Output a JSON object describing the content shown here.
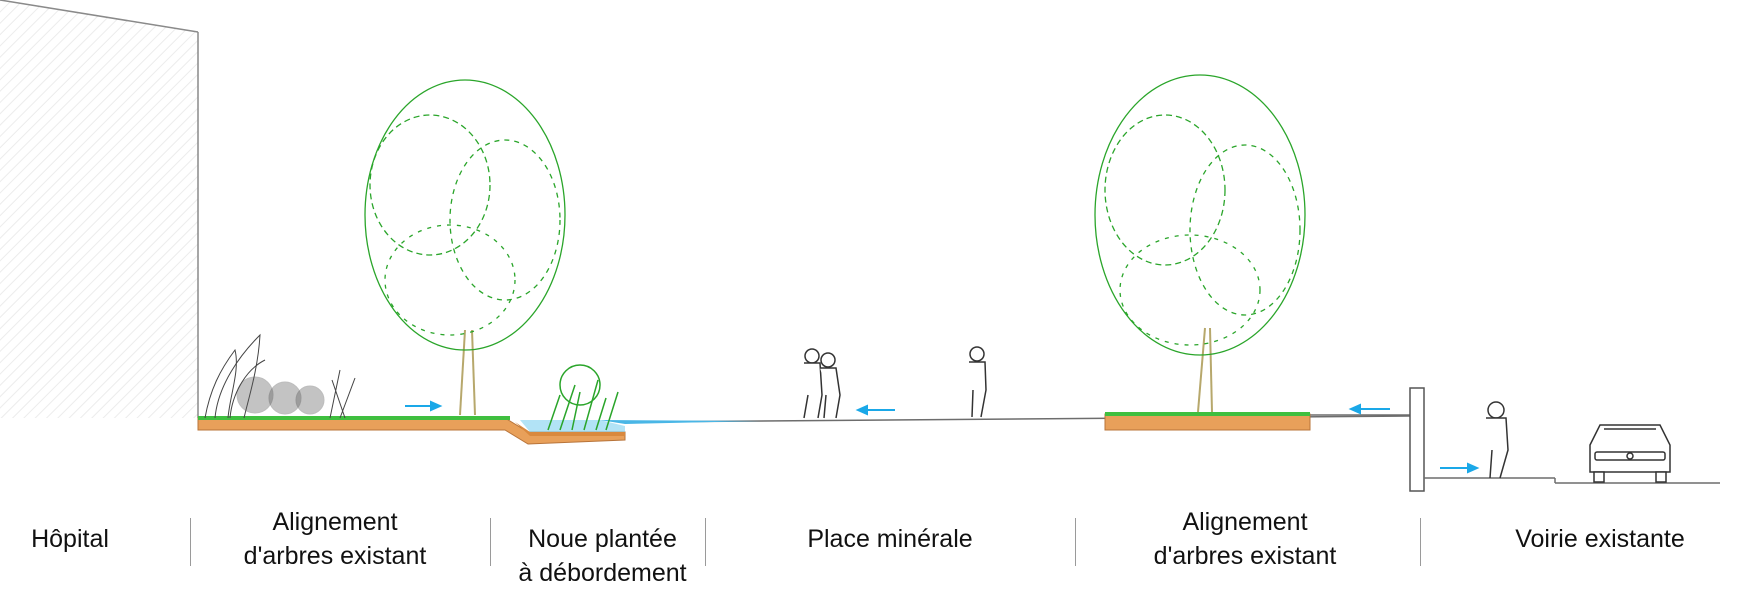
{
  "labels": {
    "hopital": "Hôpital",
    "alignement_1_line1": "Alignement",
    "alignement_1_line2": "d'arbres existant",
    "noue_line1": "Noue plantée",
    "noue_line2": "à débordement",
    "place": "Place minérale",
    "alignement_2_line1": "Alignement",
    "alignement_2_line2": "d'arbres existant",
    "voirie": "Voirie existante"
  },
  "colors": {
    "soil": "#e8a05a",
    "soil_edge": "#b8743a",
    "grass": "#3fbf3f",
    "foliage": "#2aa52a",
    "water": "#49b6e6",
    "arrow": "#1aa8e8",
    "line": "#6d6d6d",
    "text": "#111111"
  },
  "arrows": [
    {
      "direction": "right",
      "zone": "alignement-1"
    },
    {
      "direction": "left",
      "zone": "place"
    },
    {
      "direction": "left",
      "zone": "alignement-2"
    },
    {
      "direction": "right",
      "zone": "voirie"
    }
  ]
}
